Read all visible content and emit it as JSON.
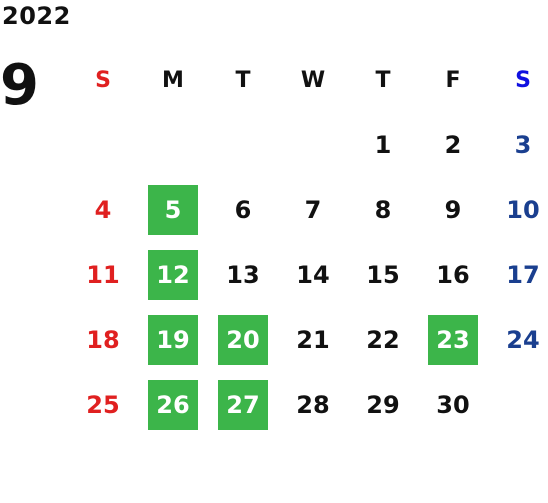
{
  "year": "2022",
  "month": "9",
  "weekdays": [
    "S",
    "M",
    "T",
    "W",
    "T",
    "F",
    "S"
  ],
  "weeks": [
    [
      "",
      "",
      "",
      "",
      "1",
      "2",
      "3"
    ],
    [
      "4",
      "5",
      "6",
      "7",
      "8",
      "9",
      "10"
    ],
    [
      "11",
      "12",
      "13",
      "14",
      "15",
      "16",
      "17"
    ],
    [
      "18",
      "19",
      "20",
      "21",
      "22",
      "23",
      "24"
    ],
    [
      "25",
      "26",
      "27",
      "28",
      "29",
      "30",
      ""
    ]
  ],
  "highlighted_days": [
    "5",
    "12",
    "19",
    "20",
    "23",
    "26",
    "27"
  ],
  "colors": {
    "sunday": "#e02020",
    "saturday": "#1a3f8f",
    "saturday_header": "#1010e0",
    "highlight": "#3cb54a",
    "text": "#111111"
  }
}
